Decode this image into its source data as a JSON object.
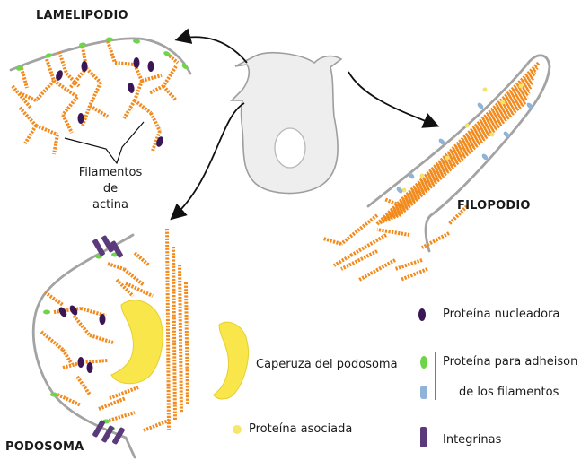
{
  "labels": {
    "lamelipodio": "LAMELIPODIO",
    "filopodio": "FILOPODIO",
    "podosoma": "PODOSOMA",
    "filamentos": "Filamentos",
    "de": "de",
    "actina": "actina"
  },
  "legend": {
    "nucleadora": "Proteína nucleadora",
    "adhesion": "Proteína para adheison",
    "adhesion2": "de los filamentos",
    "caperuza": "Caperuza del podosoma",
    "asociada": "Proteína asociada",
    "integrinas": "Integrinas"
  },
  "colors": {
    "actin": "#f28a1c",
    "membrane": "#a3a3a3",
    "cell": "#eeeeee",
    "nucleator": "#3a1656",
    "adhesion_green": "#6fd44a",
    "adhesion_blue": "#8fb3d9",
    "cap": "#f8e64a",
    "associated": "#f8e66a",
    "integrin": "#5a3a7a"
  }
}
